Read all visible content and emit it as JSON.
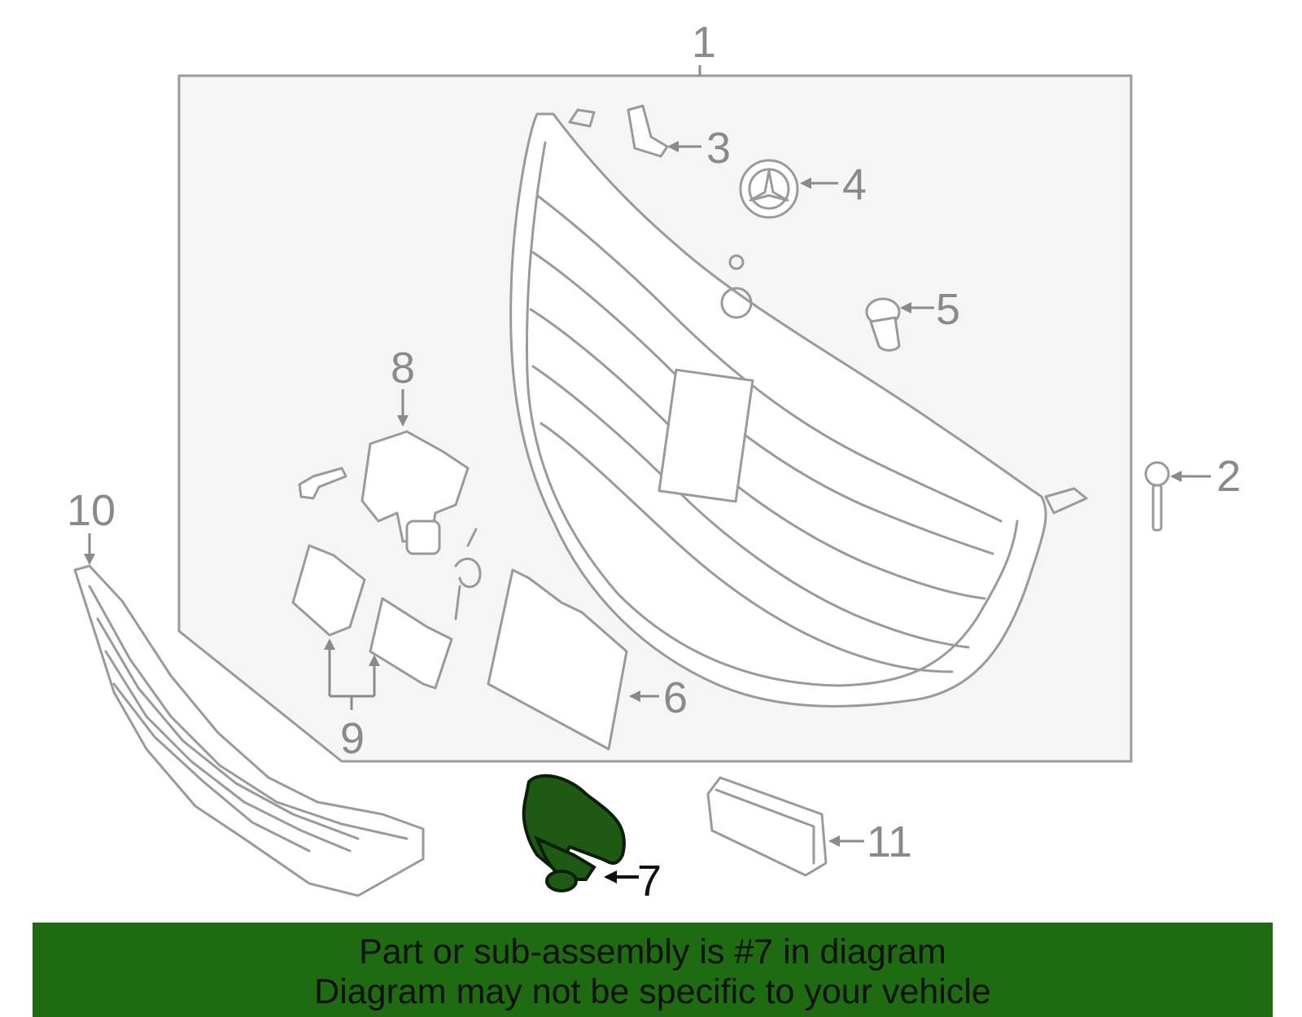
{
  "colors": {
    "highlight_fill": "#1e5a14",
    "banner_bg": "#1e6b12",
    "part_stroke": "#9a9a9a",
    "panel_bg": "#f5f5f5"
  },
  "callouts": {
    "c1": "1",
    "c2": "2",
    "c3": "3",
    "c4": "4",
    "c5": "5",
    "c6": "6",
    "c7": "7",
    "c8": "8",
    "c9": "9",
    "c10": "10",
    "c11": "11"
  },
  "highlighted_part": "7",
  "banner": {
    "line1": "Part or sub-assembly is #7 in diagram",
    "line2": "Diagram may not be specific to your vehicle"
  }
}
